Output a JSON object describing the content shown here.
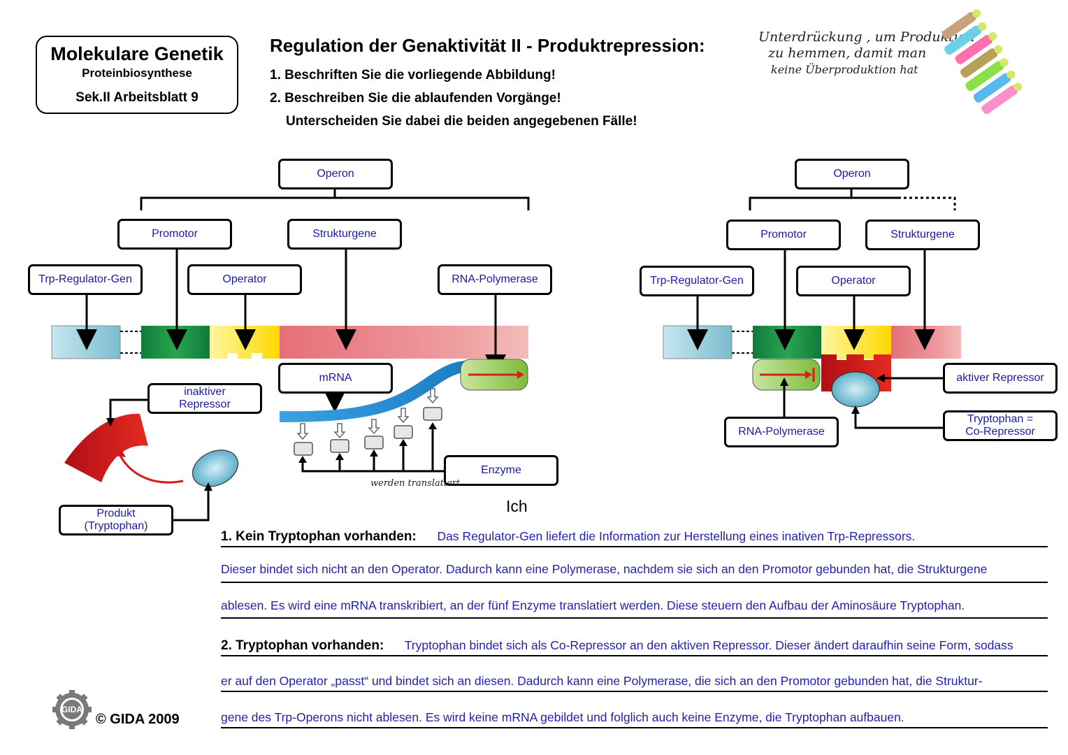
{
  "header": {
    "title": "Molekulare Genetik",
    "subtitle": "Proteinbiosynthese",
    "sheet": "Sek.II  Arbeitsblatt 9"
  },
  "worksheet": {
    "title": "Regulation der Genaktivität II - Produktrepression:",
    "task1": "1. Beschriften Sie die vorliegende Abbildung!",
    "task2": "2. Beschreiben Sie die ablaufenden Vorgänge!",
    "task2b": "Unterscheiden Sie dabei die beiden angegebenen Fälle!"
  },
  "handwriting": {
    "line1": "Unterdrückung , um Produktion",
    "line2": "zu hemmen, damit man",
    "line3": "keine Überproduktion hat",
    "enzyme_note": "werden translatiert"
  },
  "diagram_left": {
    "operon": "Operon",
    "promotor": "Promotor",
    "strukturgene": "Strukturgene",
    "regulator_gen": "Trp-Regulator-Gen",
    "operator": "Operator",
    "rna_polymerase": "RNA-Polymerase",
    "mrna": "mRNA",
    "inaktiver_repressor": "inaktiver Repressor",
    "enzyme": "Enzyme",
    "produkt": "Produkt (Tryptophan)"
  },
  "diagram_right": {
    "operon": "Operon",
    "promotor": "Promotor",
    "strukturgene": "Strukturgene",
    "regulator_gen": "Trp-Regulator-Gen",
    "operator": "Operator",
    "aktiver_repressor": "aktiver Repressor",
    "rna_polymerase": "RNA-Polymerase",
    "tryptophan": "Tryptophan = Co-Repressor"
  },
  "stray_text": "Ich",
  "answers": {
    "case1_label": "1. Kein Tryptophan  vorhanden:",
    "case1_line1": "Das Regulator-Gen liefert die Information zur Herstellung eines inativen Trp-Repressors.",
    "case1_line2": "Dieser bindet sich nicht an den Operator. Dadurch kann eine Polymerase, nachdem sie sich an den Promotor gebunden hat, die Strukturgene",
    "case1_line3": "ablesen. Es wird eine mRNA transkribiert, an der fünf Enzyme translatiert werden. Diese steuern den Aufbau der Aminosäure Tryptophan.",
    "case2_label": "2. Tryptophan vorhanden:",
    "case2_line1": "Tryptophan bindet sich als Co-Repressor an den aktiven Repressor. Dieser ändert daraufhin seine Form, sodass",
    "case2_line2": "er auf den Operator „passt“ und bindet sich an diesen. Dadurch kann eine Polymerase, die sich an den Promotor gebunden hat, die Struktur-",
    "case2_line3": "gene des Trp-Operons nicht ablesen. Es wird keine mRNA gebildet und folglich auch keine Enzyme, die Tryptophan aufbauen."
  },
  "footer": {
    "logo": "GIDA",
    "copyright": "© GIDA 2009"
  },
  "colors": {
    "label_text": "#1a1aa6",
    "answer_text": "#1f1fb4",
    "regulator_gene": "#9fd0dc",
    "promotor": "#1d8a3c",
    "operator": "#ffe600",
    "strukturgene": "#ec8a90",
    "repressor": "#d41a1a",
    "tryptophan": "#6fbdd4",
    "polymerase": "#8cc84a",
    "mrna": "#2a93d5"
  }
}
